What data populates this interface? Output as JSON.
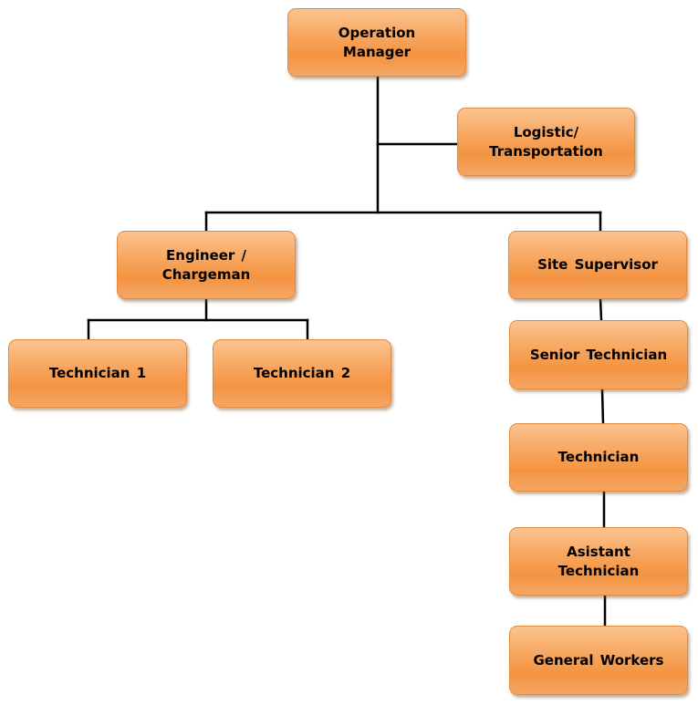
{
  "org_chart": {
    "operation_manager": "Operation\nManager",
    "logistic_transportation": "Logistic/\nTransportation",
    "engineer_chargeman": "Engineer  /\nChargeman",
    "site_supervisor": "Site Supervisor",
    "technician_1": "Technician  1",
    "technician_2": "Technician  2",
    "senior_technician": "Senior Technician",
    "technician": "Technician",
    "asistant_technician": "Asistant\nTechnician",
    "general_workers": "General  Workers"
  },
  "colors": {
    "node_fill": "#f7a35a",
    "node_border": "#e58a3c",
    "connector": "#000000"
  }
}
